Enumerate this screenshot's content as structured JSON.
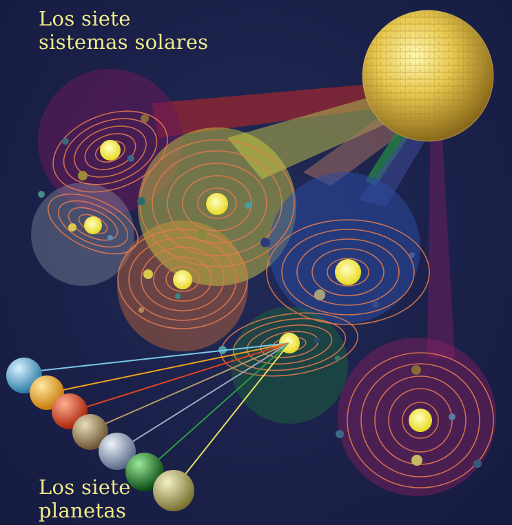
{
  "captions": {
    "solar_systems": {
      "line1": "Los siete",
      "line2": "sistemas solares"
    },
    "planets": {
      "line1": "Los siete",
      "line2": "planetas"
    }
  },
  "colors": {
    "background": "#1b2149",
    "caption": "#f1ea8a",
    "central_sun": "#e2c24a",
    "sun": "#f3ec3a",
    "orbit": "#e07a4e"
  },
  "planet_colors": [
    "#5bb3d6",
    "#f0a020",
    "#e04420",
    "#a98c55",
    "#9aa8c0",
    "#1f8a2a",
    "#c9c47a"
  ],
  "system_colors": [
    "#6a1a5a",
    "#d6d640",
    "#c86a3a",
    "#9aa0b0",
    "#2a4aa0",
    "#1c6a3a",
    "#8a2060"
  ]
}
